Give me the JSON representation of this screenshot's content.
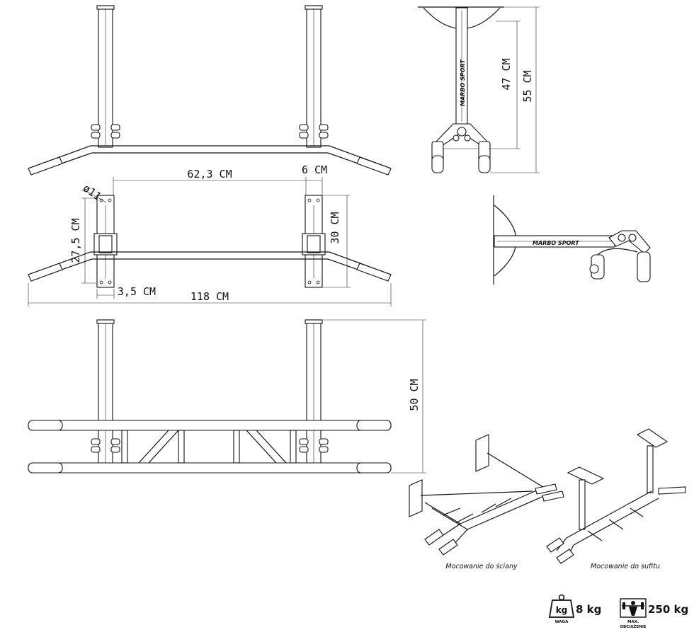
{
  "dimensions": {
    "bolt_diameter": "ø11",
    "spacing_62": "62,3 CM",
    "plate_width": "6 CM",
    "plate_height": "30 CM",
    "plate_offset": "27,5 CM",
    "edge_offset": "3,5 CM",
    "total_width": "118 CM",
    "depth_47": "47 CM",
    "depth_55": "55 CM",
    "height_50": "50 CM"
  },
  "brand_label": "MARBO SPORT",
  "captions": {
    "wall_mount": "Mocowanie do ściany",
    "ceiling_mount": "Mocowanie do sufitu"
  },
  "specs": {
    "weight_icon_label": "kg",
    "weight_value": "8 kg",
    "weight_label": "WAGA",
    "max_load_value": "250 kg",
    "max_load_label": "MAX.",
    "max_load_sublabel": "OBCIĄŻENIE"
  }
}
